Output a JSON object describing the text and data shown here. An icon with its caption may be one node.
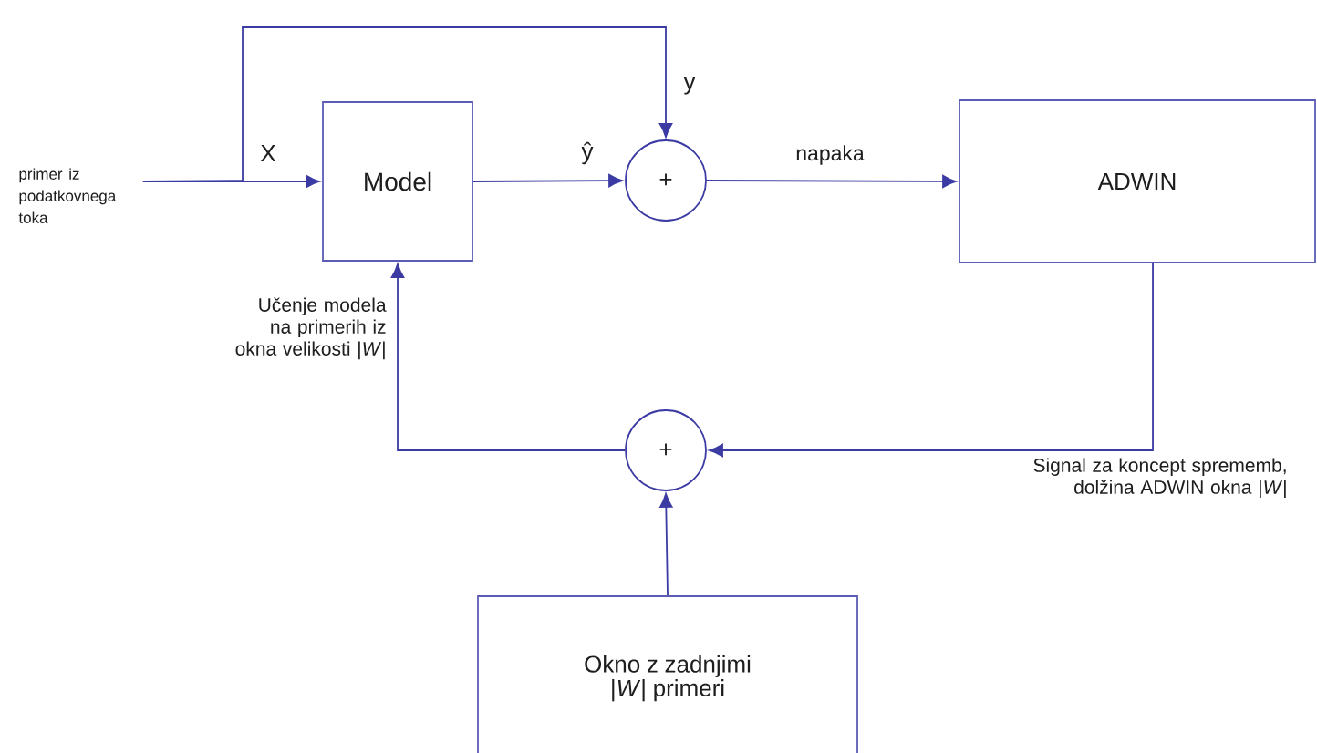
{
  "diagram": {
    "nodes": [
      {
        "text": [
          "primer iz podatkovnega toka"
        ]
      },
      {
        "text": [
          "Model"
        ]
      },
      {
        "text": [
          "+"
        ]
      },
      {
        "text": [
          "ADWIN"
        ]
      },
      {
        "text": [
          "+"
        ]
      },
      {
        "text": [
          "Okno z zadnjimi |*W*| primeri"
        ]
      }
    ],
    "edges": [
      {
        "from": 0,
        "to": 1,
        "arrow": "to",
        "label": "X"
      },
      {
        "from": 0,
        "to": 2,
        "arrow": "to",
        "label": "y"
      },
      {
        "from": 1,
        "to": 2,
        "arrow": "to",
        "label": "ŷ"
      },
      {
        "from": 2,
        "to": 3,
        "arrow": "to",
        "label": "napaka"
      },
      {
        "from": 3,
        "to": 4,
        "arrow": "to",
        "label": "Signal za koncept sprememb, dolžina ADWIN okna |*W*|"
      },
      {
        "from": 5,
        "to": 4,
        "arrow": "to"
      },
      {
        "from": 4,
        "to": 1,
        "arrow": "to",
        "label": "Učenje modela na primerih iz okna velikosti |*W*|"
      }
    ]
  }
}
